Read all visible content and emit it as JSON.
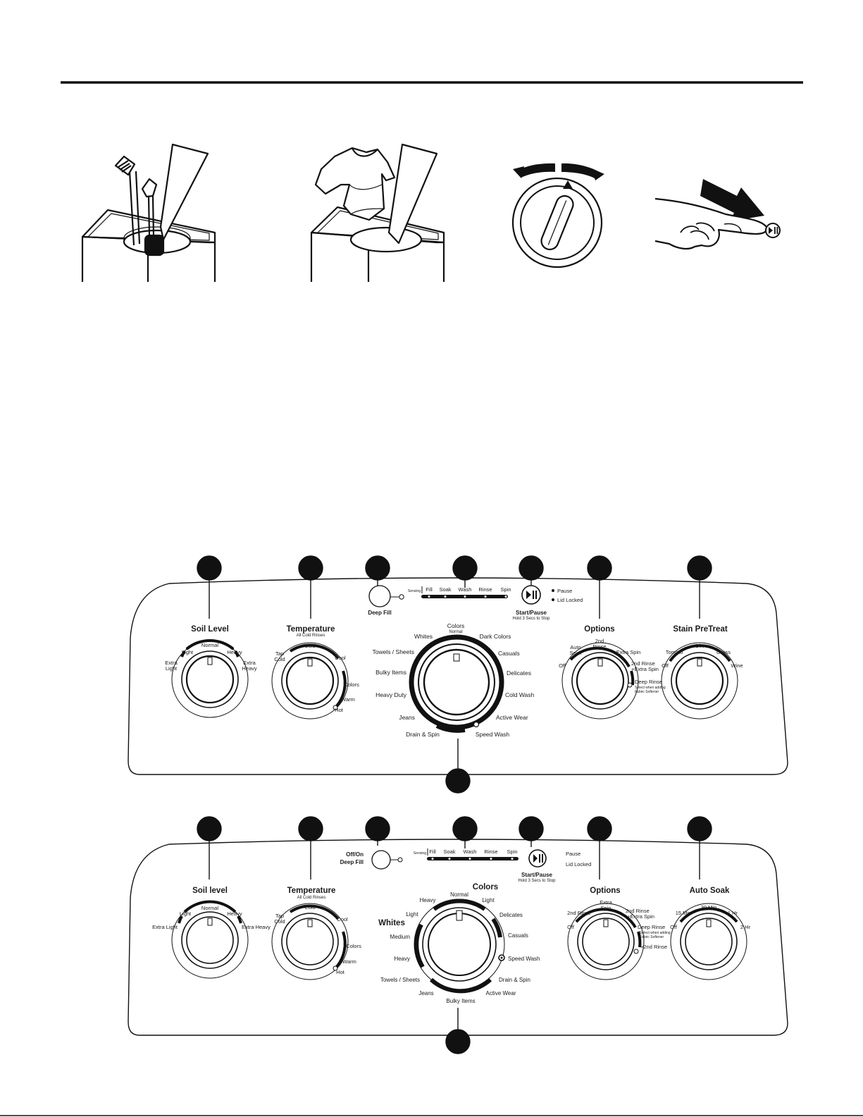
{
  "panel1": {
    "cycle_status": [
      "Fill",
      "Soak",
      "Wash",
      "Rinse",
      "Spin"
    ],
    "sensing": "Sensing",
    "deep_fill": "Deep Fill",
    "start_pause": "Start/Pause",
    "start_pause_sub": "Hold 3 Secs to Stop",
    "pause": "Pause",
    "lid_locked": "Lid Locked",
    "soil": {
      "title": "Soil Level",
      "light": "Light",
      "normal": "Normal",
      "heavy": "Heavy",
      "extra_light_1": "Extra",
      "extra_light_2": "Light",
      "extra_heavy_1": "Extra",
      "extra_heavy_2": "Heavy"
    },
    "temp": {
      "title": "Temperature",
      "sub": "All Cold Rinses",
      "tap1": "Tap",
      "tap2": "Cold",
      "cold": "Cold",
      "cool": "Cool",
      "colors": "Colors",
      "warm": "Warm",
      "hot": "Hot"
    },
    "cycle": {
      "colors": "Colors",
      "normal": "Normal",
      "whites": "Whites",
      "dark_colors": "Dark Colors",
      "towels": "Towels / Sheets",
      "casuals": "Casuals",
      "bulky": "Bulky Items",
      "delicates": "Delicates",
      "heavy_duty": "Heavy Duty",
      "cold_wash": "Cold Wash",
      "jeans": "Jeans",
      "active_wear": "Active Wear",
      "drain_spin": "Drain & Spin",
      "speed_wash": "Speed Wash"
    },
    "options": {
      "title": "Options",
      "auto1": "Auto",
      "auto2": "Soak",
      "rinse1": "2nd",
      "rinse2": "Rinse",
      "extra_spin": "Extra Spin",
      "off": "Off",
      "combo1": "2nd Rinse",
      "combo2": "+Extra Spin",
      "deep_rinse": "Deep Rinse",
      "deep_sub1": "Select when adding",
      "deep_sub2": "Fabric Softener"
    },
    "stain": {
      "title": "Stain PreTreat",
      "tomato": "Tomato",
      "dirt": "Dirt",
      "grass": "Grass",
      "off": "Off",
      "wine": "Wine"
    }
  },
  "panel2": {
    "cycle_status": [
      "Fill",
      "Soak",
      "Wash",
      "Rinse",
      "Spin"
    ],
    "sensing": "Sensing",
    "off_on": "Off/On",
    "deep_fill": "Deep Fill",
    "start_pause": "Start/Pause",
    "start_pause_sub": "Hold 3 Secs to Stop",
    "pause": "Pause",
    "lid_locked": "Lid Locked",
    "soil": {
      "title": "Soil level",
      "light": "Light",
      "normal": "Normal",
      "heavy": "Heavy",
      "extra_light": "Extra Light",
      "extra_heavy": "Extra Heavy"
    },
    "temp": {
      "title": "Temperature",
      "sub": "All Cold Rinses",
      "tap1": "Tap",
      "tap2": "Cold",
      "cold": "Cold",
      "cool": "Cool",
      "colors": "Colors",
      "warm": "Warm",
      "hot": "Hot"
    },
    "cycle": {
      "colors": "Colors",
      "whites": "Whites",
      "normal": "Normal",
      "heavy_top": "Heavy",
      "light_top": "Light",
      "light_left": "Light",
      "delicates": "Delicates",
      "medium": "Medium",
      "casuals": "Casuals",
      "heavy": "Heavy",
      "speed_wash": "Speed Wash",
      "towels": "Towels / Sheets",
      "drain_spin": "Drain & Spin",
      "jeans": "Jeans",
      "active_wear": "Active Wear",
      "bulky": "Bulky Items"
    },
    "options": {
      "title": "Options",
      "rinse2": "2nd Rinse",
      "extra1": "Extra",
      "extra2": "Spin",
      "combo1": "2nd Rinse",
      "combo2": "+Extra Spin",
      "off": "Off",
      "deep_rinse": "Deep Rinse",
      "deep_sub1": "Select when adding",
      "deep_sub2": "Fabric Softener",
      "plus_rinse": "+2nd Rinse"
    },
    "auto_soak": {
      "title": "Auto Soak",
      "m15": "15 Min",
      "m30": "30 Min",
      "h1": "1 Hr",
      "off": "Off",
      "h2": "2 Hr"
    }
  }
}
